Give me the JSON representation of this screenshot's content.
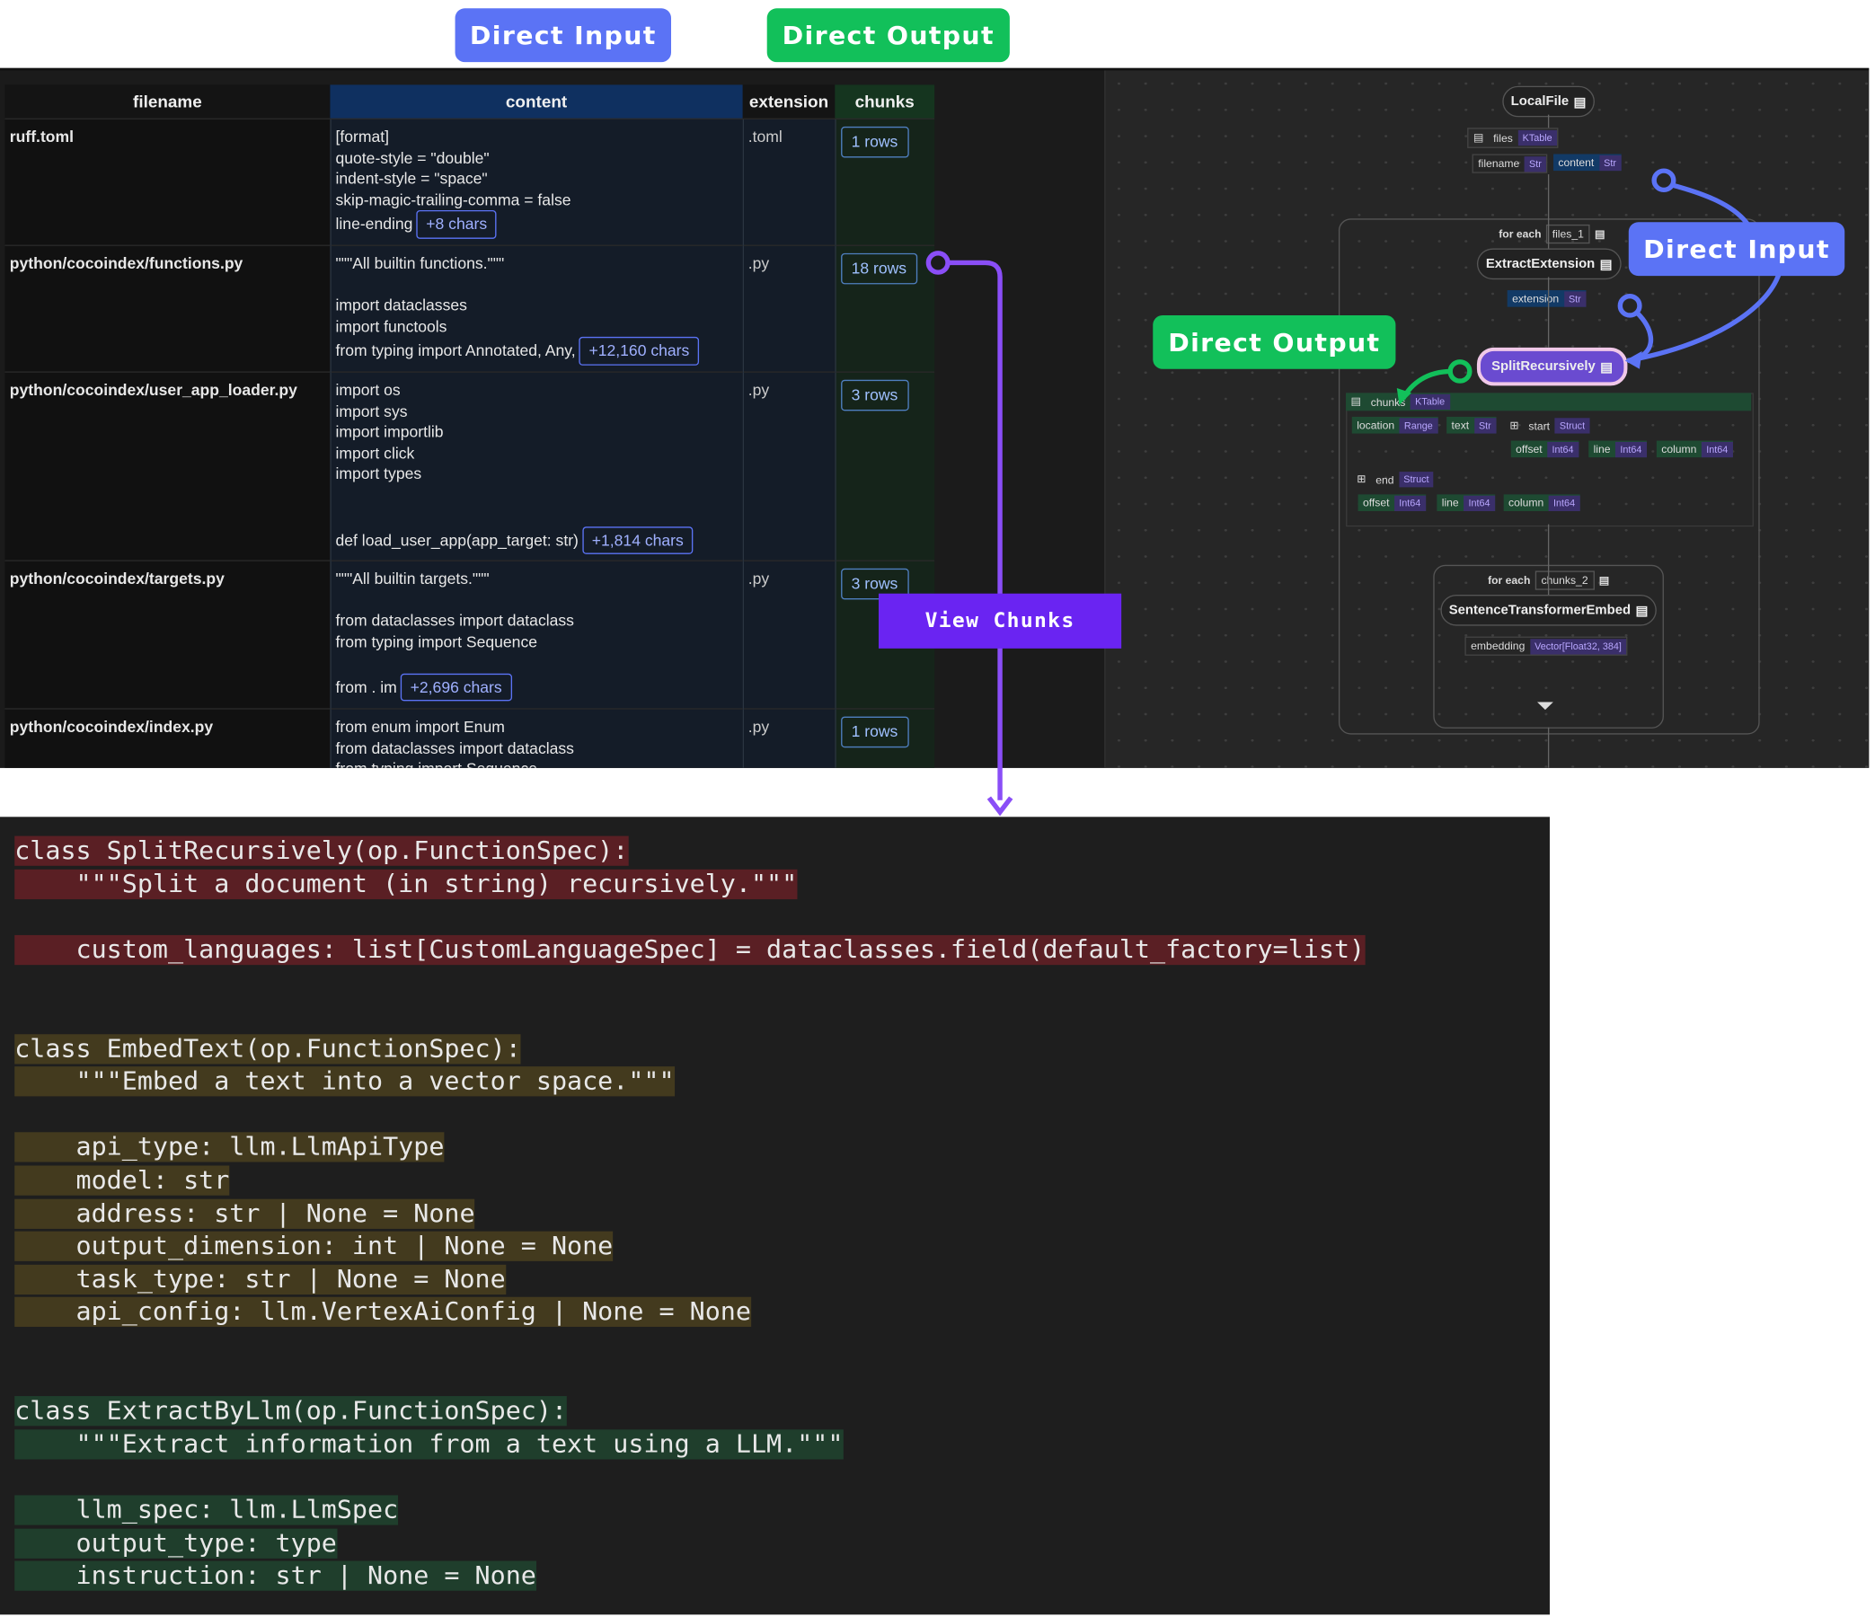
{
  "labels": {
    "direct_input": "Direct Input",
    "direct_output": "Direct Output",
    "view_chunks": "View Chunks"
  },
  "table": {
    "headers": [
      "filename",
      "content",
      "extension",
      "chunks"
    ],
    "rows": [
      {
        "filename": "ruff.toml",
        "content": [
          "[format]",
          "quote-style = \"double\"",
          "indent-style = \"space\"",
          "skip-magic-trailing-comma = false",
          "line-ending"
        ],
        "more": "+8 chars",
        "extension": ".toml",
        "chunks": "1 rows"
      },
      {
        "filename": "python/cocoindex/functions.py",
        "content": [
          "\"\"\"All builtin functions.\"\"\"",
          "",
          "import dataclasses",
          "import functools",
          "from typing import Annotated, Any,"
        ],
        "more": "+12,160 chars",
        "extension": ".py",
        "chunks": "18 rows"
      },
      {
        "filename": "python/cocoindex/user_app_loader.py",
        "content": [
          "import os",
          "import sys",
          "import importlib",
          "import click",
          "import types",
          "",
          "",
          "def load_user_app(app_target: str)"
        ],
        "more": "+1,814 chars",
        "extension": ".py",
        "chunks": "3 rows"
      },
      {
        "filename": "python/cocoindex/targets.py",
        "content": [
          "\"\"\"All builtin targets.\"\"\"",
          "",
          "from dataclasses import dataclass",
          "from typing import Sequence",
          "",
          "from . im"
        ],
        "more": "+2,696 chars",
        "extension": ".py",
        "chunks": "3 rows"
      },
      {
        "filename": "python/cocoindex/index.py",
        "content": [
          "from enum import Enum",
          "from dataclasses import dataclass",
          "from typing import Sequence"
        ],
        "more": "",
        "extension": ".py",
        "chunks": "1 rows"
      }
    ]
  },
  "graph": {
    "local_file": "LocalFile",
    "files_label": "files",
    "ktable": "KTable",
    "filename": "filename",
    "content": "content",
    "str": "Str",
    "for_each": "for each",
    "files_1": "files_1",
    "extract_extension": "ExtractExtension",
    "extension": "extension",
    "split_recursively": "SplitRecursively",
    "chunks": "chunks",
    "location": "location",
    "range": "Range",
    "text": "text",
    "start": "start",
    "struct": "Struct",
    "offset": "offset",
    "int64": "Int64",
    "line": "line",
    "column": "column",
    "end": "end",
    "chunks_2": "chunks_2",
    "sentence_transformer": "SentenceTransformerEmbed",
    "embedding": "embedding",
    "vector_type": "Vector[Float32, 384]"
  },
  "code": [
    {
      "text": "class SplitRecursively(op.FunctionSpec):",
      "hl": "red"
    },
    {
      "text": "    \"\"\"Split a document (in string) recursively.\"\"\"",
      "hl": "red"
    },
    {
      "text": "",
      "hl": ""
    },
    {
      "text": "    custom_languages: list[CustomLanguageSpec] = dataclasses.field(default_factory=list)",
      "hl": "red"
    },
    {
      "text": "",
      "hl": ""
    },
    {
      "text": "",
      "hl": ""
    },
    {
      "text": "class EmbedText(op.FunctionSpec):",
      "hl": "ylw"
    },
    {
      "text": "    \"\"\"Embed a text into a vector space.\"\"\"",
      "hl": "ylw"
    },
    {
      "text": "",
      "hl": ""
    },
    {
      "text": "    api_type: llm.LlmApiType",
      "hl": "ylw"
    },
    {
      "text": "    model: str",
      "hl": "ylw"
    },
    {
      "text": "    address: str | None = None",
      "hl": "ylw"
    },
    {
      "text": "    output_dimension: int | None = None",
      "hl": "ylw"
    },
    {
      "text": "    task_type: str | None = None",
      "hl": "ylw"
    },
    {
      "text": "    api_config: llm.VertexAiConfig | None = None",
      "hl": "ylw"
    },
    {
      "text": "",
      "hl": ""
    },
    {
      "text": "",
      "hl": ""
    },
    {
      "text": "class ExtractByLlm(op.FunctionSpec):",
      "hl": "grn"
    },
    {
      "text": "    \"\"\"Extract information from a text using a LLM.\"\"\"",
      "hl": "grn"
    },
    {
      "text": "",
      "hl": ""
    },
    {
      "text": "    llm_spec: llm.LlmSpec",
      "hl": "grn"
    },
    {
      "text": "    output_type: type",
      "hl": "grn"
    },
    {
      "text": "    instruction: str | None = None",
      "hl": "grn"
    }
  ]
}
